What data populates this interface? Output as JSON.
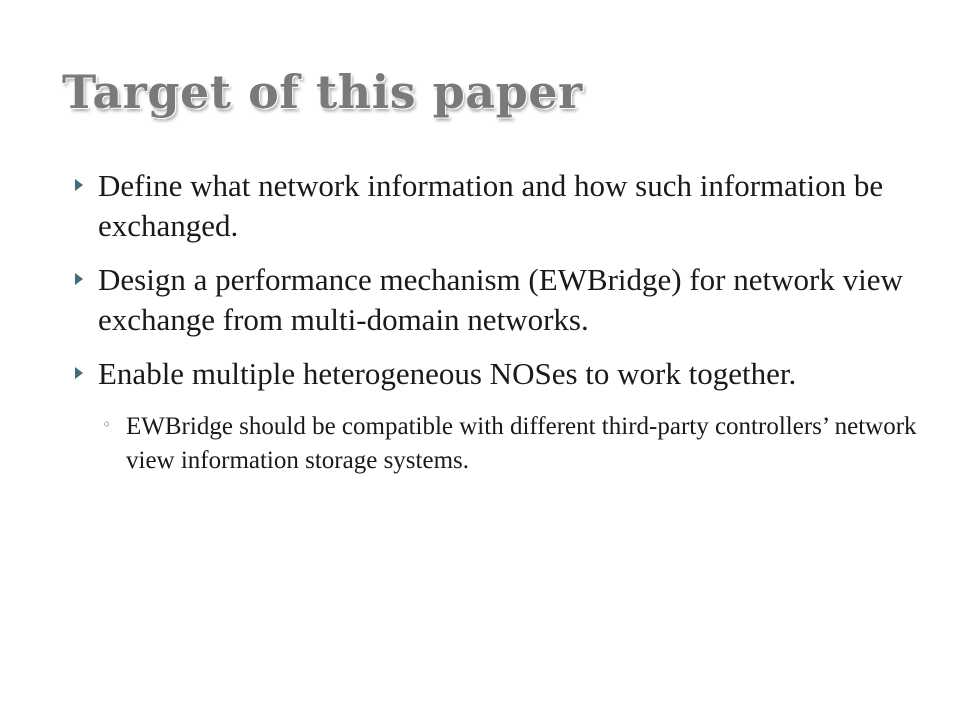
{
  "slide": {
    "title": "Target of this paper",
    "bullets": [
      {
        "text": "Define what network information and how such information be exchanged."
      },
      {
        "text": "Design a performance mechanism (EWBridge) for network view exchange from multi-domain networks."
      },
      {
        "text": "Enable multiple heterogeneous NOSes to work together."
      }
    ],
    "sub_bullets": [
      {
        "text": "EWBridge should be compatible with different third-party controllers’ network view information storage systems."
      }
    ],
    "colors": {
      "title": "#7a7a7a",
      "bullet_marker": "#3f6e78",
      "text": "#1a1a1a",
      "background": "#ffffff"
    },
    "icons": {
      "bullet": "triangle-right-icon",
      "sub_bullet": "ring-bullet-icon"
    }
  }
}
